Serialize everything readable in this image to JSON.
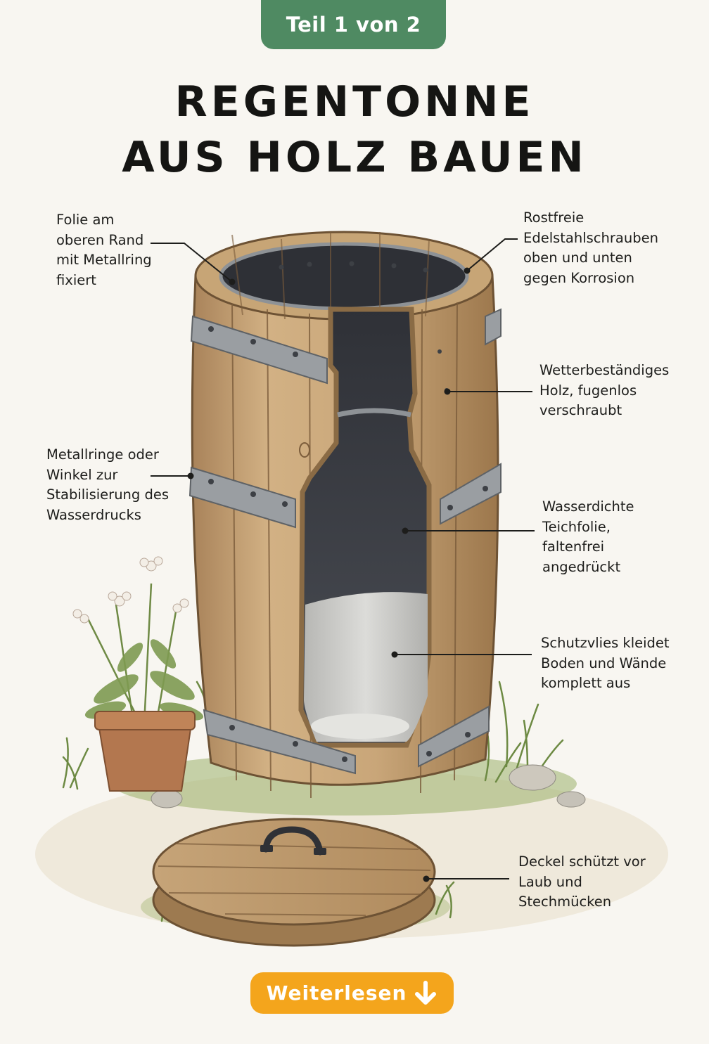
{
  "badge": {
    "text": "Teil 1 von 2",
    "color": "#4f8a62"
  },
  "title": {
    "line1": "REGENTONNE",
    "line2": "AUS HOLZ BAUEN"
  },
  "callouts": {
    "foil_top": [
      "Folie am",
      "oberen Rand",
      "mit Metallring",
      "fixiert"
    ],
    "screws": [
      "Rostfreie",
      "Edelstahlschrauben",
      "oben und unten",
      "gegen Korrosion"
    ],
    "wood": [
      "Wetterbeständiges",
      "Holz, fugenlos",
      "verschraubt"
    ],
    "rings": [
      "Metallringe oder",
      "Winkel zur",
      "Stabilisierung des",
      "Wasserdrucks"
    ],
    "pond_liner": [
      "Wasserdichte",
      "Teichfolie,",
      "faltenfrei",
      "angedrückt"
    ],
    "fleece": [
      "Schutzvlies kleidet",
      "Boden und Wände",
      "komplett aus"
    ],
    "lid": [
      "Deckel schützt vor",
      "Laub und",
      "Stechmücken"
    ]
  },
  "cta": {
    "label": "Weiterlesen",
    "icon": "arrow-down-icon",
    "color": "#f4a51c"
  },
  "illustration": {
    "subject": "wooden-rain-barrel-cutaway",
    "colors": {
      "wood": "#c9a679",
      "wood_dark": "#a07a4c",
      "metal": "#8e9296",
      "liner": "#3d4047",
      "fleece": "#c9c9c6",
      "grass": "#7c9a4e",
      "pot": "#b3774f"
    }
  }
}
